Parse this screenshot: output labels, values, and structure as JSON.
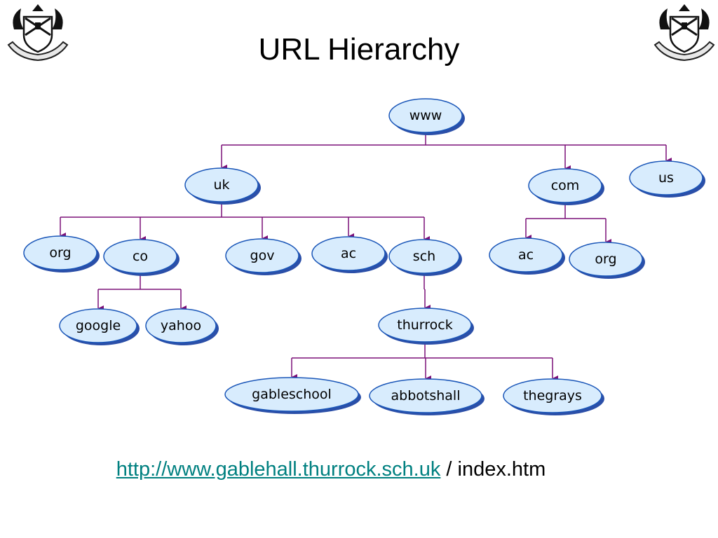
{
  "title": "URL Hierarchy",
  "tree": {
    "nodes": [
      {
        "id": "www",
        "label": "www"
      },
      {
        "id": "uk",
        "label": "uk"
      },
      {
        "id": "com",
        "label": "com"
      },
      {
        "id": "us",
        "label": "us"
      },
      {
        "id": "uk-org",
        "label": "org"
      },
      {
        "id": "uk-co",
        "label": "co"
      },
      {
        "id": "uk-gov",
        "label": "gov"
      },
      {
        "id": "uk-ac",
        "label": "ac"
      },
      {
        "id": "uk-sch",
        "label": "sch"
      },
      {
        "id": "com-ac",
        "label": "ac"
      },
      {
        "id": "com-org",
        "label": "org"
      },
      {
        "id": "google",
        "label": "google"
      },
      {
        "id": "yahoo",
        "label": "yahoo"
      },
      {
        "id": "thurrock",
        "label": "thurrock"
      },
      {
        "id": "gableschool",
        "label": "gableschool"
      },
      {
        "id": "abbotshall",
        "label": "abbotshall"
      },
      {
        "id": "thegrays",
        "label": "thegrays"
      }
    ],
    "edges": [
      [
        "www",
        "uk"
      ],
      [
        "www",
        "com"
      ],
      [
        "www",
        "us"
      ],
      [
        "uk",
        "uk-org"
      ],
      [
        "uk",
        "uk-co"
      ],
      [
        "uk",
        "uk-gov"
      ],
      [
        "uk",
        "uk-ac"
      ],
      [
        "uk",
        "uk-sch"
      ],
      [
        "com",
        "com-ac"
      ],
      [
        "com",
        "com-org"
      ],
      [
        "uk-co",
        "google"
      ],
      [
        "uk-co",
        "yahoo"
      ],
      [
        "uk-sch",
        "thurrock"
      ],
      [
        "thurrock",
        "gableschool"
      ],
      [
        "thurrock",
        "abbotshall"
      ],
      [
        "thurrock",
        "thegrays"
      ]
    ]
  },
  "url": {
    "link_text": "http://www.gablehall.thurrock.sch.uk",
    "suffix": " / index.htm"
  },
  "colors": {
    "node_fill": "#d8ecfd",
    "node_stroke": "#1a56b8",
    "node_shadow": "#2b4fa8",
    "connector": "#7b1078",
    "link": "#008080"
  },
  "crest": {
    "icon": "school-crest-icon"
  }
}
